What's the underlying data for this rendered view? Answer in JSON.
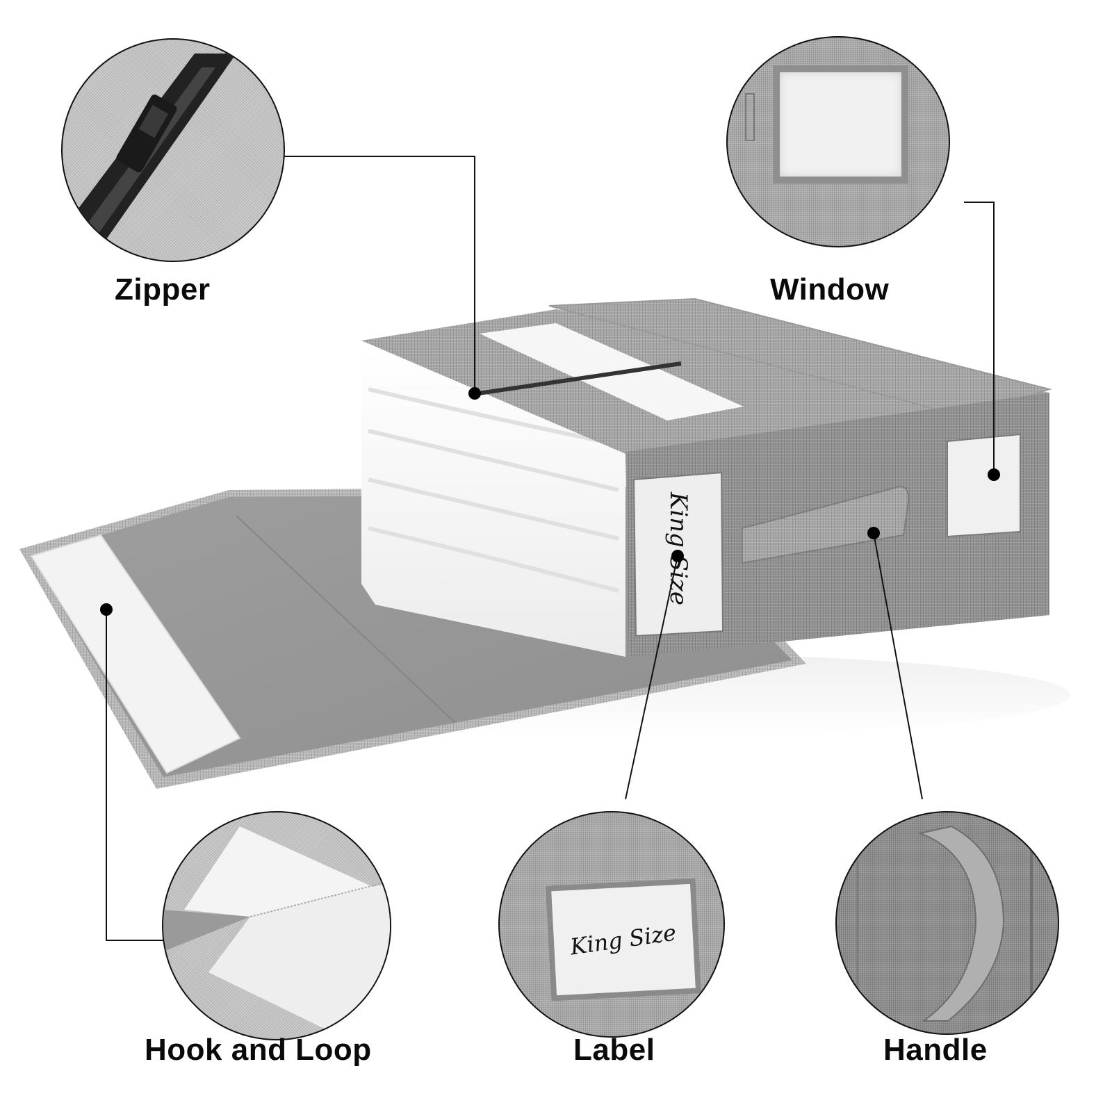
{
  "diagram": {
    "subject": "Gray linen comforter storage bag with folded white bedding",
    "features": [
      {
        "id": "zipper",
        "label": "Zipper"
      },
      {
        "id": "window",
        "label": "Window"
      },
      {
        "id": "hook-and-loop",
        "label": "Hook and Loop"
      },
      {
        "id": "label",
        "label": "Label"
      },
      {
        "id": "handle",
        "label": "Handle"
      }
    ],
    "product_label_text": "King Size",
    "colors": {
      "fabric": "#a8a8a8",
      "fabric_dark": "#8e8e8e",
      "lining": "#9b9b9b",
      "velcro": "#f2f2f2",
      "bedding": "#f7f7f7",
      "leader_line": "#111111"
    }
  }
}
